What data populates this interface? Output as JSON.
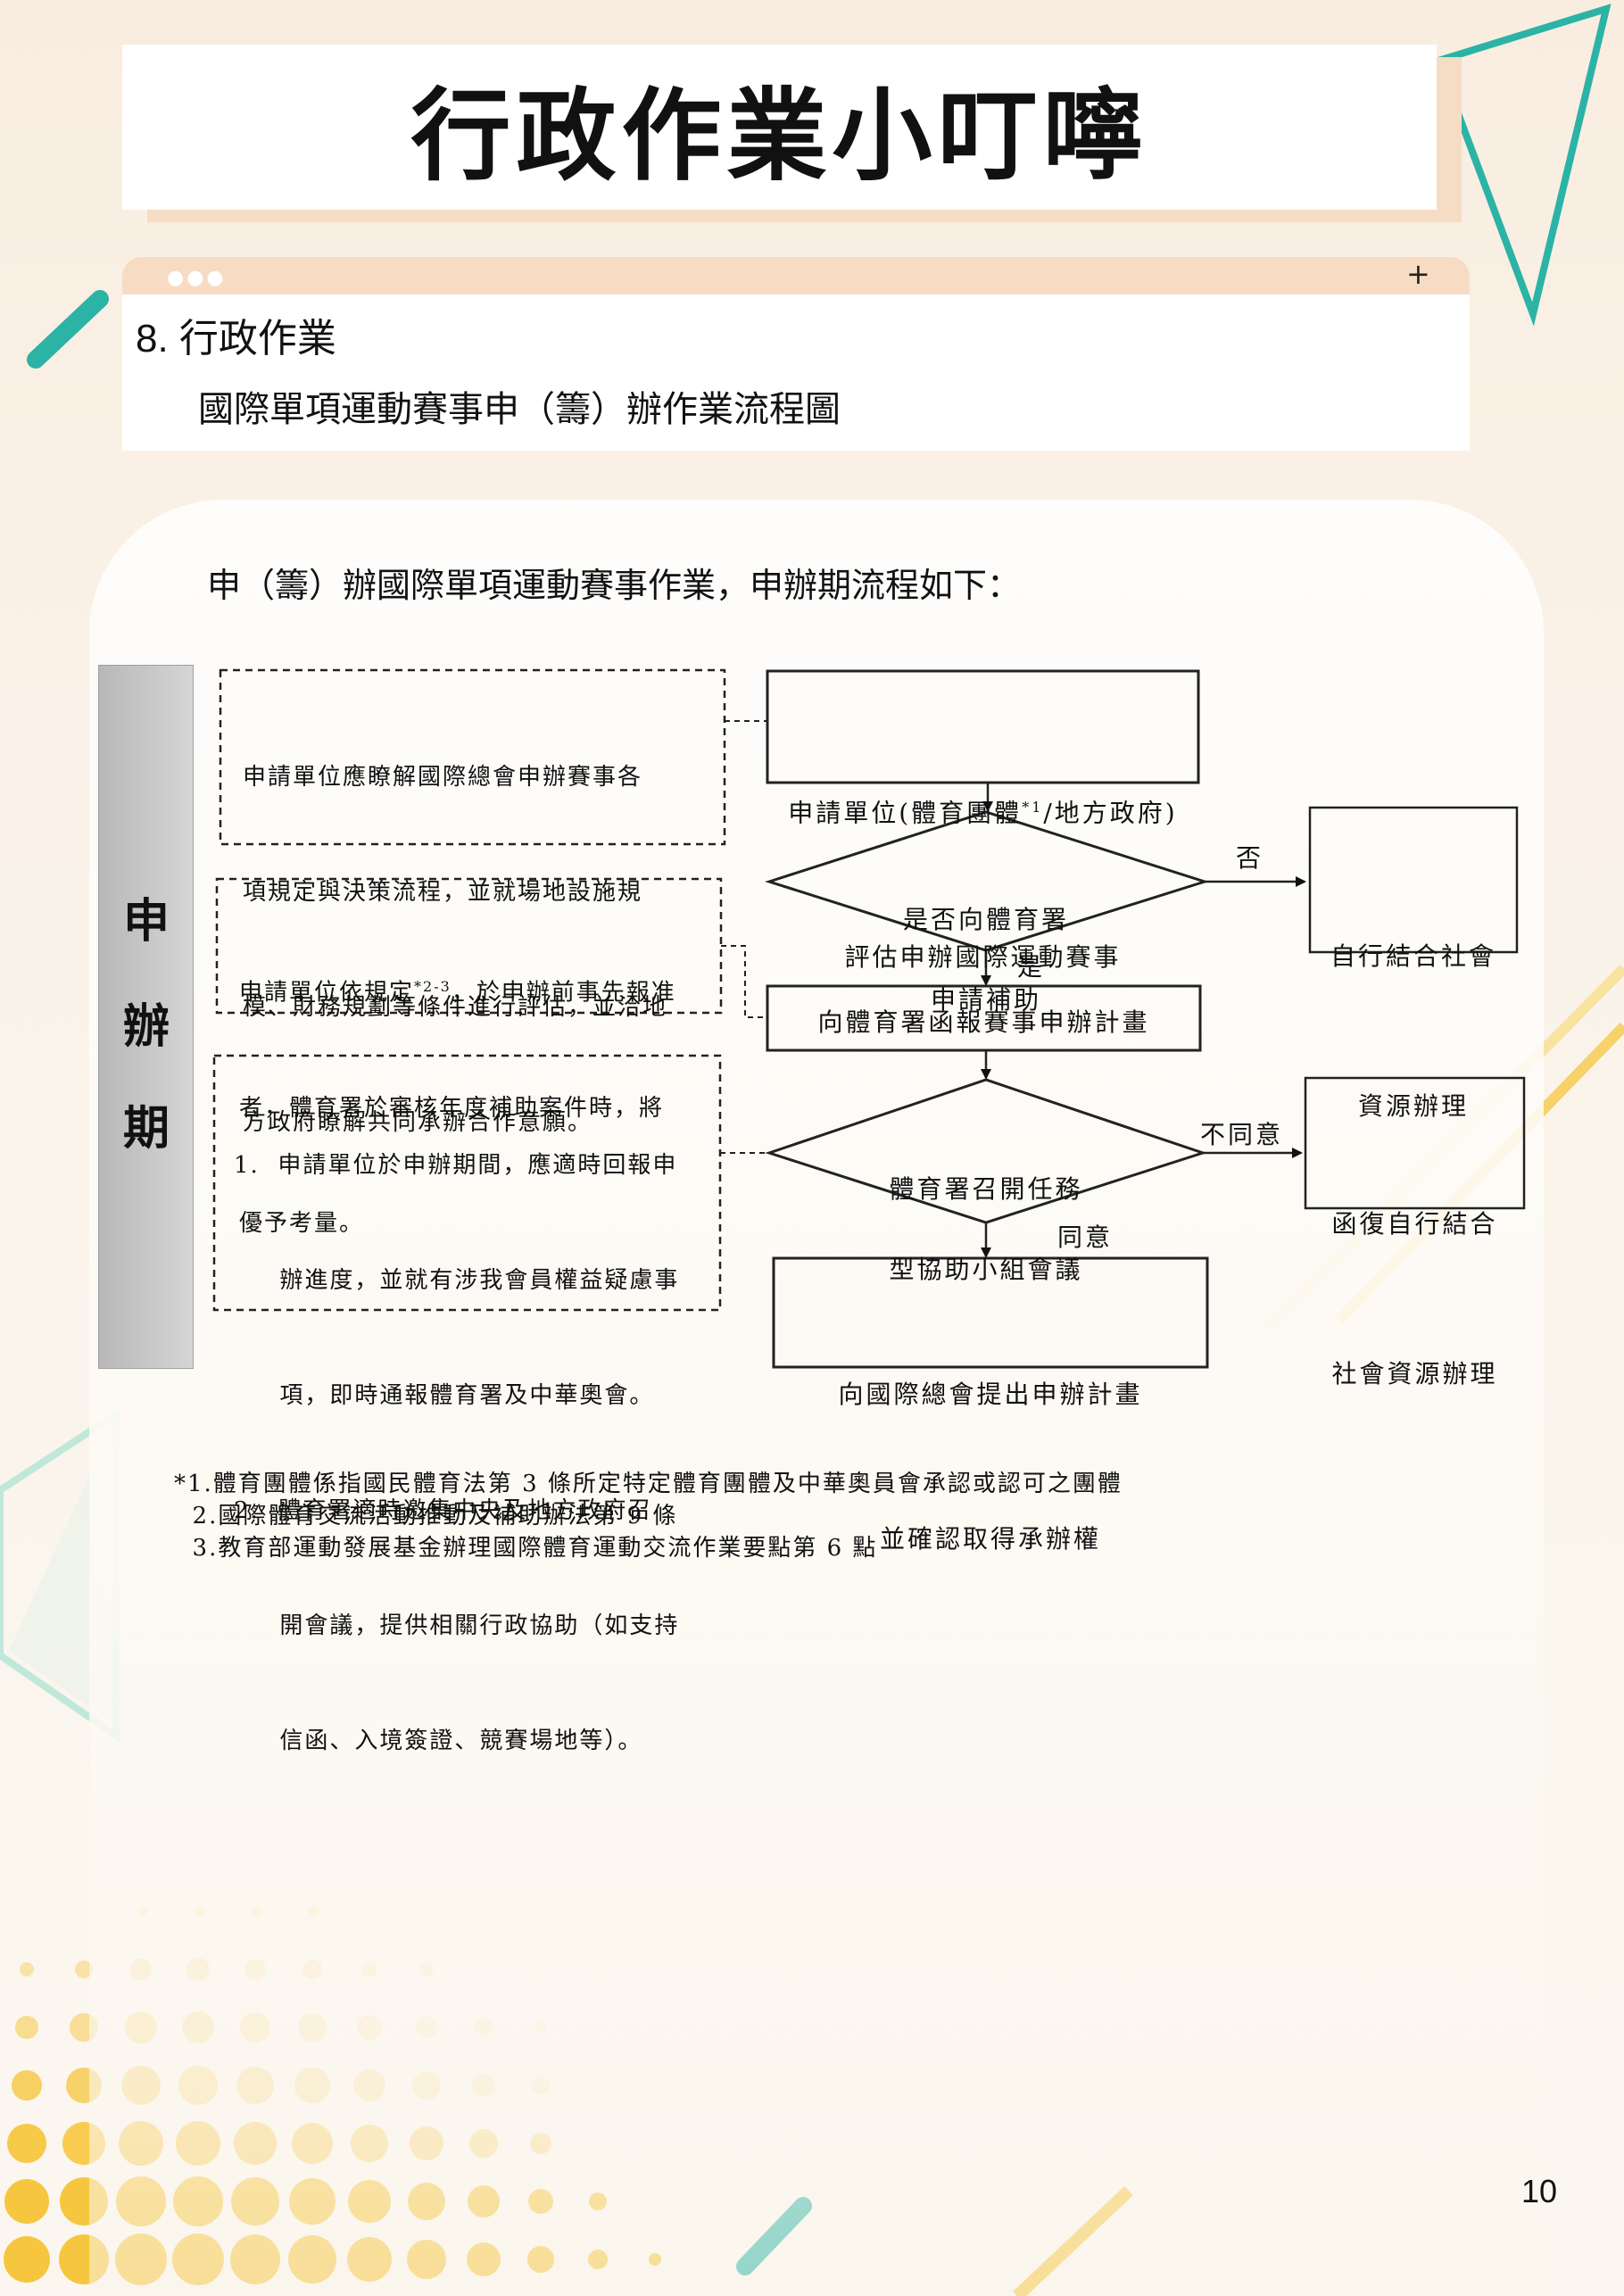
{
  "header": {
    "title": "行政作業小叮嚀"
  },
  "section": {
    "number_title": "8. 行政作業",
    "subtitle": "國際單項運動賽事申（籌）辦作業流程圖"
  },
  "intro": "申（籌）辦國際單項運動賽事作業，申辦期流程如下：",
  "phase_label": [
    "申",
    "辦",
    "期"
  ],
  "notes": {
    "note1": [
      "申請單位應瞭解國際總會申辦賽事各",
      "項規定與決策流程，並就場地設施規",
      "模、財務規劃等條件進行評估，並洽地",
      "方政府瞭解共同承辦合作意願。"
    ],
    "note2_a": "申請單位依規定",
    "note2_sup": "*2-3",
    "note2_b": "，於申辦前事先報准",
    "note2_rest": [
      "者，體育署於審核年度補助案件時，將",
      "優予考量。"
    ],
    "note3": [
      "1.  申請單位於申辦期間，應適時回報申",
      "     辦進度，並就有涉我會員權益疑慮事",
      "     項，即時通報體育署及中華奧會。",
      "2.  體育署適時邀集中央及地方政府召",
      "     開會議，提供相關行政協助（如支持",
      "     信函、入境簽證、競賽場地等）。"
    ]
  },
  "flow": {
    "step1_a": "申請單位(體育團體",
    "step1_sup": "*1",
    "step1_b": "/地方政府)",
    "step1_line2": "評估申辦國際運動賽事",
    "decision1": [
      "是否向體育署",
      "申請補助"
    ],
    "no_label": "否",
    "yes_label": "是",
    "alt1": [
      "自行結合社會",
      "資源辦理"
    ],
    "step2": "向體育署函報賽事申辦計畫",
    "decision2": [
      "體育署召開任務",
      "型協助小組會議"
    ],
    "disagree_label": "不同意",
    "agree_label": "同意",
    "alt2": [
      "函復自行結合",
      "社會資源辦理"
    ],
    "step3": [
      "向國際總會提出申辦計畫",
      "並確認取得承辦權"
    ]
  },
  "footnotes": [
    "*1.體育團體係指國民體育法第 3 條所定特定體育團體及中華奧員會承認或認可之團體",
    "  2.國際體育交流活動推動及補助辦法第 9 條",
    "  3.教育部運動發展基金辦理國際體育運動交流作業要點第 6 點"
  ],
  "page_number": "10",
  "colors": {
    "teal": "#2bb3a6",
    "yellow": "#f6c63f",
    "mint": "#9fdcc9",
    "peach": "#f5dcc4"
  }
}
